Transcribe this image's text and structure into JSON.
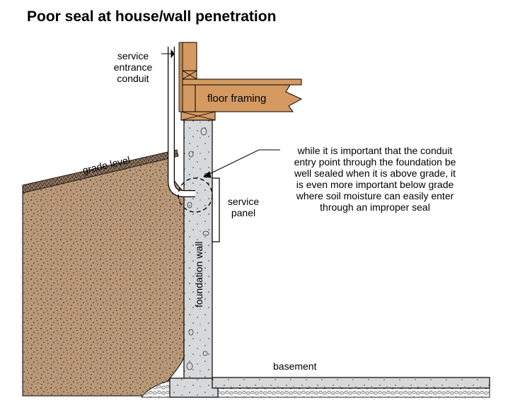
{
  "title": "Poor seal at house/wall penetration",
  "labels": {
    "conduit_line1": "service",
    "conduit_line2": "entrance",
    "conduit_line3": "conduit",
    "floor_framing": "floor framing",
    "grade_level": "grade level",
    "service_panel_line1": "service",
    "service_panel_line2": "panel",
    "foundation_wall": "foundation wall",
    "basement": "basement"
  },
  "note": {
    "line1": "while it is important that the conduit",
    "line2": "entry point through the foundation be",
    "line3": "well sealed when it is above grade, it",
    "line4": "is even more important below grade",
    "line5": "where soil moisture can easily enter",
    "line6": "through an improper seal"
  },
  "colors": {
    "soil": "#b89878",
    "soil_speckle": "#2a1e14",
    "wood": "#d49a62",
    "concrete": "#d6d8da",
    "gravel": "#f2f2f2",
    "grass": "#8c7460"
  }
}
